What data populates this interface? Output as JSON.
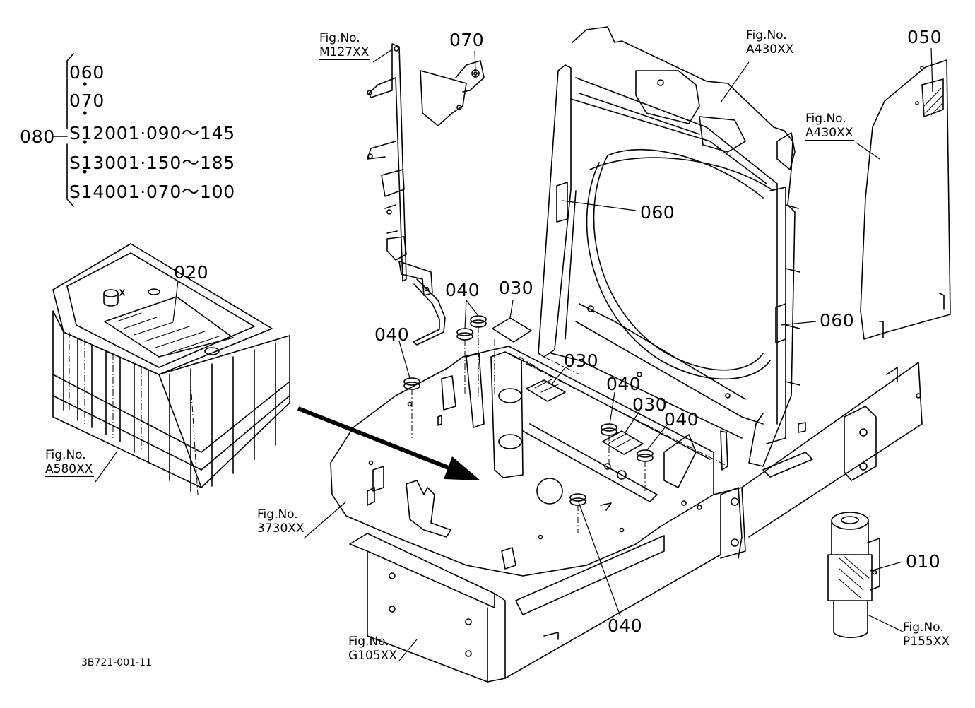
{
  "document": {
    "drawing_number": "3B721-001-11",
    "fig_no_label": "Fig.No."
  },
  "kit": {
    "number": "080",
    "rows": [
      "060",
      "070",
      "S12001·090〜145",
      "S13001·150〜185",
      "S14001·070〜100"
    ]
  },
  "callouts": {
    "c010": "010",
    "c020": "020",
    "c030a": "030",
    "c030b": "030",
    "c030c": "030",
    "c040a": "040",
    "c040b": "040",
    "c040c": "040",
    "c040d": "040",
    "c040e": "040",
    "c050": "050",
    "c060a": "060",
    "c060b": "060",
    "c070": "070"
  },
  "figure_refs": {
    "m127": "M127XX",
    "a430_frame": "A430XX",
    "a430_panel": "A430XX",
    "a580": "A580XX",
    "r3730": "3730XX",
    "g105": "G105XX",
    "p155": "P155XX"
  }
}
